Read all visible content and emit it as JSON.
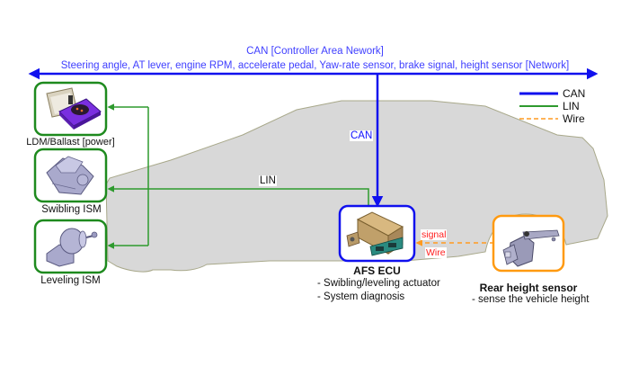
{
  "network": {
    "title": "CAN [Controller Area Nework]",
    "subtitle": "Steering angle, AT lever, engine RPM, accelerate pedal, Yaw-rate sensor, brake signal, height sensor [Network]"
  },
  "legend": {
    "items": [
      {
        "label": "CAN",
        "style": "solid",
        "color": "#1010ee"
      },
      {
        "label": "LIN",
        "style": "solid",
        "color": "#2e9a2e"
      },
      {
        "label": "Wire",
        "style": "dashed",
        "color": "#ff9a20"
      }
    ]
  },
  "connections": {
    "can_label": "CAN",
    "lin_label": "LIN",
    "signal_label": "signal",
    "wire_label": "Wire"
  },
  "components": {
    "ldm": {
      "label": "LDM/Ballast [power]",
      "icon": "ballast-module-icon"
    },
    "swibling": {
      "label": "Swibling ISM",
      "icon": "swivel-actuator-icon"
    },
    "leveling": {
      "label": "Leveling ISM",
      "icon": "leveling-actuator-icon"
    },
    "ecu": {
      "label": "AFS ECU",
      "icon": "ecu-module-icon",
      "details": [
        "- Swibling/leveling actuator",
        "- System diagnosis"
      ]
    },
    "sensor": {
      "label": "Rear height sensor",
      "icon": "height-sensor-icon",
      "details": [
        "- sense the vehicle height"
      ]
    }
  },
  "colors": {
    "can": "#1010ee",
    "lin": "#2e9a2e",
    "wire": "#ff9a20",
    "ecu_border": "#1010ee",
    "module_border": "#1e8a1e",
    "sensor_border": "#ff9a10",
    "car_fill": "#d8d8d8",
    "car_stroke": "#a8a88a"
  }
}
